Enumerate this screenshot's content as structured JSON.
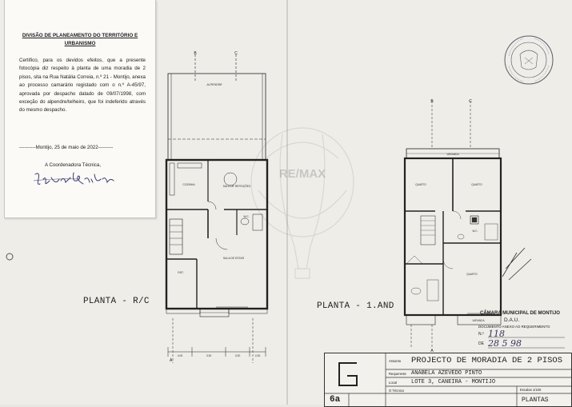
{
  "certificate": {
    "title": "DIVISÃO DE PLANEAMENTO DO TERRITÓRIO E URBANISMO",
    "body": "Certifico, para os devidos efeitos, que a presente fotocópia diz respeito à planta de uma moradia de 2 pisos, sita na Rua Natália Correia, n.º 21 - Montijo, anexa ao processo camarário registado com o n.º A-45/97, aprovada por despacho datado de 09/07/1998, com exceção do alpendre/telheiro, que foi indeferido através do mesmo despacho.",
    "date_line": "----------Montijo, 25 de maio de 2022---------",
    "role": "A Coordenadora Técnica,",
    "signature": "Isabel Ribeiro"
  },
  "plan_left": {
    "label": "PLANTA - R/C",
    "rooms": [
      "ALPENDRE",
      "COZINHA",
      "SALA DE REFEIÇÕES",
      "W.C.",
      "SALA DE ESTAR",
      "ENT."
    ],
    "dimensions": [
      "4.00",
      "3.30",
      "3.20",
      "4.30"
    ],
    "section_marks": [
      "B",
      "C",
      "A"
    ]
  },
  "plan_right": {
    "label": "PLANTA - 1.AND",
    "rooms": [
      "VARANDA",
      "QUARTO",
      "QUARTO",
      "W.C.",
      "QUARTO",
      "VARANDA"
    ],
    "section_marks": [
      "B",
      "C",
      "A"
    ]
  },
  "watermark": {
    "brand": "RE/MAX"
  },
  "stamp": {
    "municipality": "CÂMARA MUNICIPAL DE MONTIJO",
    "department": "D.A.U.",
    "line1": "DOCUMENTO ANEXO AO REQUERIMENTO",
    "line2_label": "N.º",
    "line2_value": "118",
    "line3_label": "DE",
    "line3_value": "28 5 98"
  },
  "title_block": {
    "project_label": "Assunto",
    "project_value": "PROJECTO DE MORADIA DE 2 PISOS",
    "requester_label": "Requerente",
    "requester_value": "ANABELA AZEVEDO PINTO",
    "location_label": "Local",
    "location_value": "LOTE 3, CANEIRA - MONTIJO",
    "scale_label": "Escalas 1/100",
    "sheet_number": "6a",
    "sheet_title": "PLANTAS",
    "technician_label": "O Técnico"
  }
}
